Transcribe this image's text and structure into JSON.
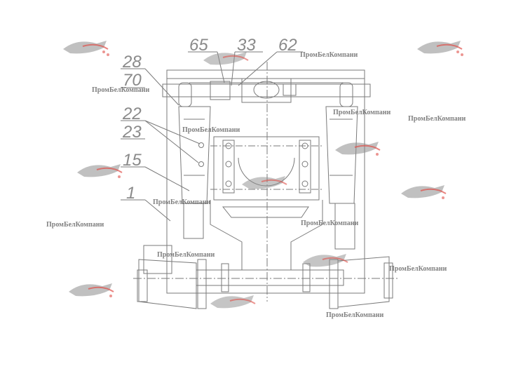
{
  "diagram": {
    "callouts": [
      {
        "id": "65",
        "text": "65"
      },
      {
        "id": "33",
        "text": "33"
      },
      {
        "id": "62",
        "text": "62"
      },
      {
        "id": "28",
        "text": "28"
      },
      {
        "id": "70",
        "text": "70"
      },
      {
        "id": "22",
        "text": "22"
      },
      {
        "id": "23",
        "text": "23"
      },
      {
        "id": "15",
        "text": "15"
      },
      {
        "id": "1",
        "text": "1"
      }
    ],
    "watermark_text": "ПромБелКомпани",
    "colors": {
      "line": "#7a7a7a",
      "text": "#6a6a6a",
      "logo_red": "#e0504a",
      "logo_gray": "#8c8c8c"
    }
  }
}
